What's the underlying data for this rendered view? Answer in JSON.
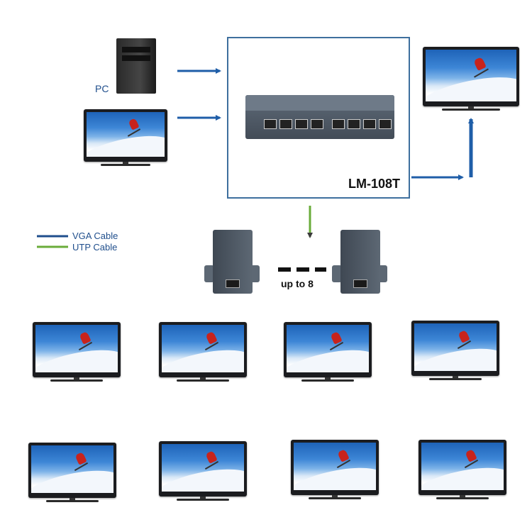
{
  "labels": {
    "pc": "PC",
    "model": "LM-108T",
    "distance": "up to 8"
  },
  "legend": [
    {
      "label": "VGA Cable",
      "color": "#1f4e8c"
    },
    {
      "label": "UTP Cable",
      "color": "#6aac3a"
    }
  ],
  "colors": {
    "vga_arrow": "#1f5ea8",
    "utp_arrow": "#6aac3a",
    "box_border": "#3e6f9e"
  }
}
